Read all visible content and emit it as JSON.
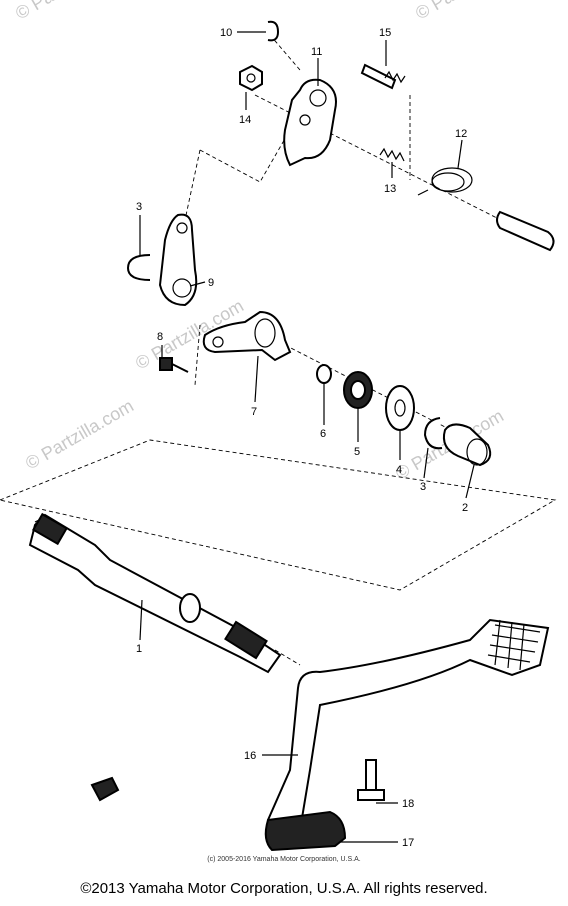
{
  "watermarks": [
    "© Partzilla.com",
    "© Partzilla.com",
    "© Partzilla.com",
    "© Partzilla.com",
    "© Partzilla.com"
  ],
  "callouts": [
    "10",
    "11",
    "15",
    "14",
    "12",
    "13",
    "3",
    "9",
    "8",
    "7",
    "6",
    "5",
    "4",
    "3",
    "2",
    "1",
    "16",
    "18",
    "17"
  ],
  "copyright_inner": "(c) 2005-2016 Yamaha Motor Corporation, U.S.A.",
  "copyright_footer": "©2013 Yamaha Motor Corporation, U.S.A. All rights reserved."
}
